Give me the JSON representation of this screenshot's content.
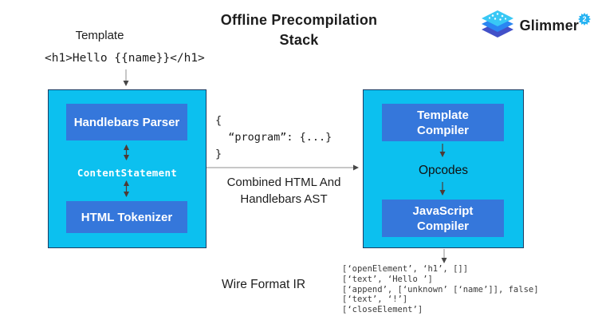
{
  "title": {
    "text": "Offline Precompilation\nStack"
  },
  "logo": {
    "text": "Glimmer",
    "badge": "2"
  },
  "template": {
    "label": "Template",
    "code": "<h1>Hello {{name}}</h1>"
  },
  "left_box": {
    "top": "Handlebars Parser",
    "middle": "ContentStatement",
    "bottom": "HTML Tokenizer"
  },
  "middle": {
    "ast_snippet": "{\n  “program”: {...}\n}",
    "arrow_label": "Combined HTML And\nHandlebars AST"
  },
  "right_box": {
    "top": "Template\nCompiler",
    "middle": "Opcodes",
    "bottom": "JavaScript\nCompiler"
  },
  "wire": {
    "label": "Wire Format IR",
    "code": "[‘openElement’, ‘h1’, []]\n[‘text’, ‘Hello ’]\n[‘append’, [‘unknown’ [‘name’]], false]\n[‘text’, ‘!’]\n[‘closeElement’]"
  },
  "colors": {
    "cyan": "#0cc0ef",
    "box_blue": "#3577db",
    "box_border": "#1c3c63",
    "text_dark": "#1d1d1d",
    "arrow_gray": "#8f8f8f",
    "arrow_head": "#474747",
    "arrow_dark": "#4e3a35",
    "logo_top": "#38c8f5",
    "logo_mid": "#2a86f2",
    "logo_bottom": "#4250c8",
    "badge_blue": "#27b3f2",
    "code_gray": "#3a3a3a"
  }
}
